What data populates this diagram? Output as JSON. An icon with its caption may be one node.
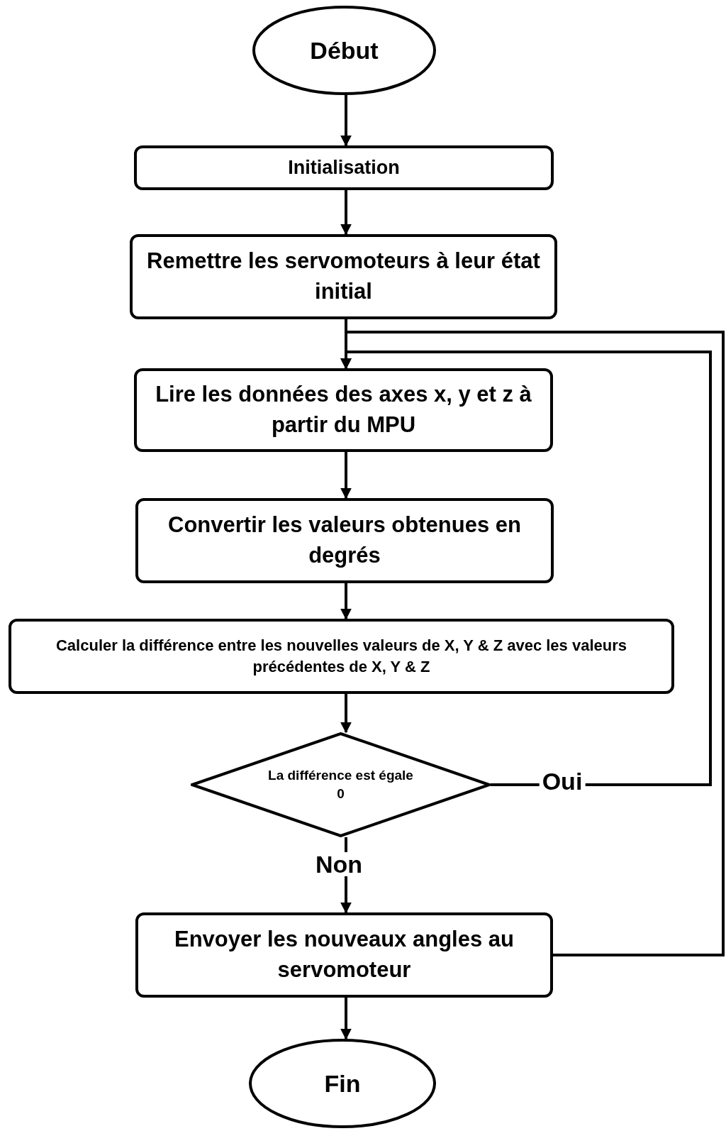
{
  "diagram": {
    "nodes": [
      {
        "text": [
          "Début"
        ]
      },
      {
        "text": [
          "Initialisation"
        ]
      },
      {
        "text": [
          "Remettre les servomoteurs à leur état initial"
        ]
      },
      {
        "text": [
          "Lire les données des axes x, y et z à partir du MPU"
        ]
      },
      {
        "text": [
          "Convertir les valeurs obtenues en degrés"
        ]
      },
      {
        "text": [
          "Calculer la différence entre les nouvelles valeurs de X, Y & Z avec les valeurs précédentes de X, Y & Z"
        ]
      },
      {
        "text": [
          "La différence est égale 0"
        ]
      },
      {
        "text": [
          "Envoyer les nouveaux angles au servomoteur"
        ]
      },
      {
        "text": [
          "Fin"
        ]
      }
    ],
    "edges": [
      {
        "from": 0,
        "to": 1,
        "arrow": "to"
      },
      {
        "from": 1,
        "to": 2,
        "arrow": "to"
      },
      {
        "from": 2,
        "to": 3,
        "arrow": "to"
      },
      {
        "from": 3,
        "to": 4,
        "arrow": "to"
      },
      {
        "from": 4,
        "to": 5,
        "arrow": "to"
      },
      {
        "from": 5,
        "to": 6,
        "arrow": "to"
      },
      {
        "from": 6,
        "to": 7,
        "arrow": "to",
        "label": "Non"
      },
      {
        "from": 6,
        "to": 3,
        "arrow": "to",
        "label": "Oui"
      },
      {
        "from": 7,
        "to": 3,
        "arrow": "to"
      },
      {
        "from": 7,
        "to": 8,
        "arrow": "to"
      }
    ]
  }
}
